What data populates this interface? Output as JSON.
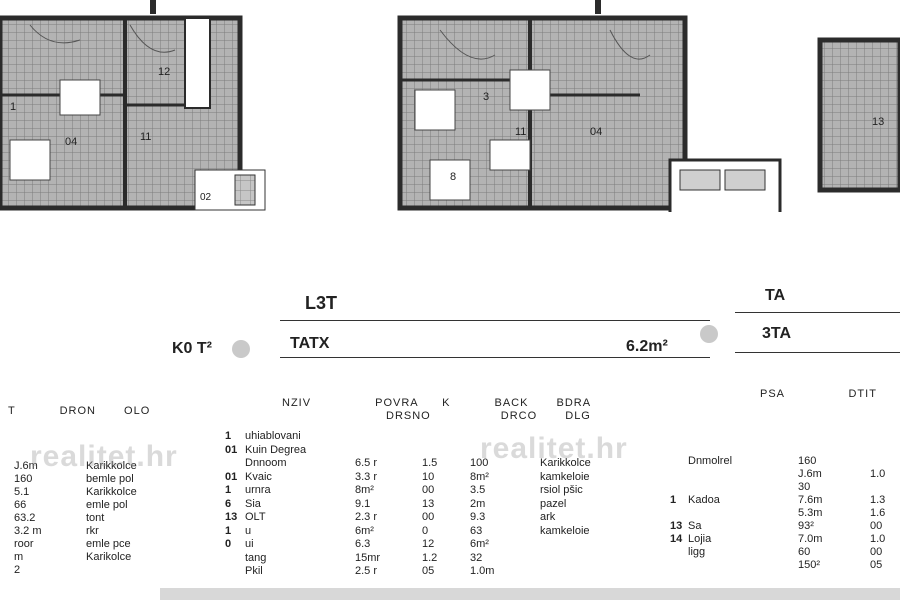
{
  "floorplans": [
    {
      "id": "left",
      "labels": [
        "12",
        "11",
        "1",
        "04",
        "02"
      ]
    },
    {
      "id": "middle",
      "labels": [
        "3",
        "11",
        "04",
        "8"
      ]
    },
    {
      "id": "right",
      "labels": [
        "13"
      ]
    }
  ],
  "header": {
    "mid_top": "L3T",
    "mid_main": "TATX",
    "left_area": "K0 T²",
    "right_area": "6.2m²",
    "right_top": "TA",
    "right_main": "3TA"
  },
  "table_headers": {
    "left": [
      "T",
      "DRON",
      "OLO"
    ],
    "mid": [
      "NZIV",
      "POVRA",
      "DRSNO",
      "K",
      "BACK",
      "DRCO",
      "BDRA",
      "DLG"
    ],
    "right": [
      "PSA",
      "DTIT"
    ]
  },
  "left_rows": [
    {
      "a": "J.6m",
      "b": "Karikkolce"
    },
    {
      "a": "160",
      "b": "bemle pol"
    },
    {
      "a": "5.1",
      "b": "Karikkolce"
    },
    {
      "a": "66",
      "b": "emle pol"
    },
    {
      "a": "63.2",
      "b": "tont"
    },
    {
      "a": "3.2 m",
      "b": "rkr"
    },
    {
      "a": "roor",
      "b": "emle pce"
    },
    {
      "a": "m",
      "b": "Karikolce"
    },
    {
      "a": "2",
      "b": ""
    }
  ],
  "mid_rows": [
    {
      "n": "1",
      "name": "uhiablovani",
      "v1": "",
      "v2": "",
      "v3": "",
      "mat": ""
    },
    {
      "n": "01",
      "name": "Kuin Degrea",
      "v1": "",
      "v2": "",
      "v3": "",
      "mat": ""
    },
    {
      "n": "",
      "name": "Dnnoom",
      "v1": "6.5 r",
      "v2": "1.5",
      "v3": "100",
      "mat": "Karikkolce"
    },
    {
      "n": "01",
      "name": "Kvaic",
      "v1": "3.3 r",
      "v2": "10",
      "v3": "8m²",
      "mat": "kamkeloie"
    },
    {
      "n": "1",
      "name": "urnra",
      "v1": "8m²",
      "v2": "00",
      "v3": "3.5",
      "mat": "rsiol pšic"
    },
    {
      "n": "6",
      "name": "Sia",
      "v1": "9.1",
      "v2": "13",
      "v3": "2m",
      "mat": "pazel"
    },
    {
      "n": "13",
      "name": "OLT",
      "v1": "2.3 r",
      "v2": "00",
      "v3": "9.3",
      "mat": "ark"
    },
    {
      "n": "1",
      "name": "u",
      "v1": "6m²",
      "v2": "0",
      "v3": "63",
      "mat": "kamkeloie"
    },
    {
      "n": "0",
      "name": "ui",
      "v1": "6.3",
      "v2": "12",
      "v3": "6m²",
      "mat": ""
    },
    {
      "n": "",
      "name": "tang",
      "v1": "15mr",
      "v2": "1.2",
      "v3": "32",
      "mat": ""
    },
    {
      "n": "",
      "name": "Pkil",
      "v1": "2.5 r",
      "v2": "05",
      "v3": "1.0m",
      "mat": ""
    }
  ],
  "right_rows": [
    {
      "n": "",
      "name": "Dnmolrel",
      "v1": "160",
      "v2": ""
    },
    {
      "n": "",
      "name": "",
      "v1": "J.6m",
      "v2": "1.0"
    },
    {
      "n": "",
      "name": "",
      "v1": "30",
      "v2": ""
    },
    {
      "n": "1",
      "name": "Kadoa",
      "v1": "7.6m",
      "v2": "1.3"
    },
    {
      "n": "",
      "name": "",
      "v1": "5.3m",
      "v2": "1.6"
    },
    {
      "n": "13",
      "name": "Sa",
      "v1": "93²",
      "v2": "00"
    },
    {
      "n": "14",
      "name": "Lojia",
      "v1": "7.0m",
      "v2": "1.0"
    },
    {
      "n": "",
      "name": "ligg",
      "v1": "60",
      "v2": "00"
    },
    {
      "n": "",
      "name": "",
      "v1": "150²",
      "v2": "05"
    }
  ],
  "watermark": "realitet.hr",
  "colors": {
    "ink": "#222222",
    "wall": "#2b2b2b",
    "tile": "#9a9a9a",
    "watermark": "#a0a0a0"
  }
}
